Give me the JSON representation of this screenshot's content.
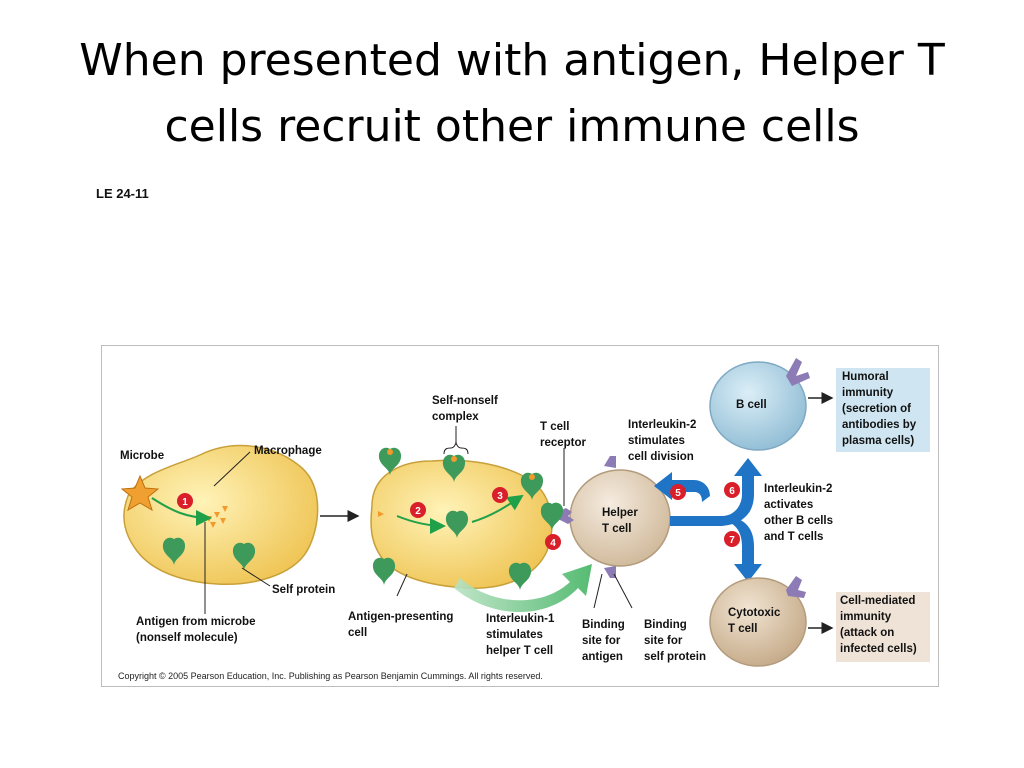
{
  "slide": {
    "title_line1": "When presented with antigen, Helper T",
    "title_line2": "cells recruit other immune cells",
    "figure_id": "LE 24-11"
  },
  "figure": {
    "labels": {
      "microbe": "Microbe",
      "macrophage": "Macrophage",
      "self_protein": "Self protein",
      "antigen_from_microbe": [
        "Antigen from microbe",
        "(nonself molecule)"
      ],
      "self_nonself_complex": [
        "Self-nonself",
        "complex"
      ],
      "antigen_presenting_cell": [
        "Antigen-presenting",
        "cell"
      ],
      "t_cell_receptor": [
        "T cell",
        "receptor"
      ],
      "interleukin1": [
        "Interleukin-1",
        "stimulates",
        "helper T cell"
      ],
      "helper_t_cell": [
        "Helper",
        "T cell"
      ],
      "binding_site_antigen": [
        "Binding",
        "site for",
        "antigen"
      ],
      "binding_site_self": [
        "Binding",
        "site for",
        "self protein"
      ],
      "interleukin2_division": [
        "Interleukin-2",
        "stimulates",
        "cell division"
      ],
      "interleukin2_activates": [
        "Interleukin-2",
        "activates",
        "other B cells",
        "and T cells"
      ],
      "b_cell": "B cell",
      "cytotoxic_t_cell": [
        "Cytotoxic",
        "T cell"
      ],
      "humoral_immunity": [
        "Humoral",
        "immunity",
        "(secretion of",
        "antibodies by",
        "plasma cells)"
      ],
      "cell_mediated_immunity": [
        "Cell-mediated",
        "immunity",
        "(attack on",
        "infected cells)"
      ]
    },
    "steps": [
      "1",
      "2",
      "3",
      "4",
      "5",
      "6",
      "7"
    ],
    "copyright": "Copyright © 2005 Pearson Education, Inc. Publishing as Pearson Benjamin Cummings. All rights reserved.",
    "colors": {
      "macrophage": "#f7d96b",
      "step_badge": "#d81f2a",
      "green_arrow": "#21a04a",
      "blue_arrow": "#1f74c6",
      "b_cell": "#a9cde0",
      "helper_cell": "#e6d3bd",
      "cytotoxic_cell": "#d9c3a5",
      "receptor": "#8c7bb5",
      "protein": "#3d9a5a",
      "antigen": "#f29a2b",
      "humoral_box": "#cfe6f2",
      "cell_mediated_box": "#efe2d6"
    }
  }
}
